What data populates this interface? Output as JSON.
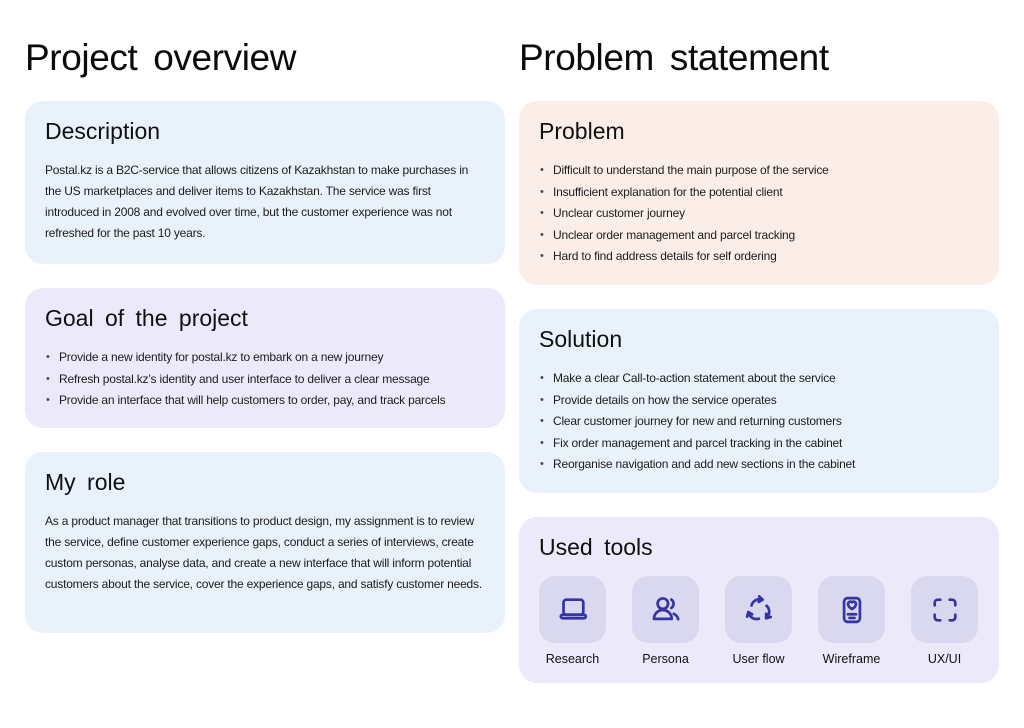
{
  "colors": {
    "card_blue": "#E9F2FA",
    "card_lavender": "#ECEAFA",
    "card_peach": "#FBEEE9",
    "tool_tile_bg": "#D9D8EF",
    "icon_stroke": "#3434A3"
  },
  "left": {
    "heading": "Project overview",
    "description": {
      "title": "Description",
      "text": "Postal.kz is a B2C-service that allows citizens of Kazakhstan to make purchases in the US marketplaces and deliver items to Kazakhstan. The service was first introduced in 2008 and evolved over time, but the customer experience was not refreshed for the past 10 years."
    },
    "goal": {
      "title": "Goal of the project",
      "items": [
        "Provide a new identity for postal.kz to embark on a new journey",
        "Refresh postal.kz’s identity and user interface to deliver a clear message",
        "Provide an interface that will help customers to order, pay, and track parcels"
      ]
    },
    "role": {
      "title": "My role",
      "text": "As a product manager that transitions to product design, my assignment is to review the service, define customer experience gaps, conduct a series of interviews, create custom personas, analyse data, and create a new interface that will inform potential customers about the service, cover the experience gaps, and satisfy customer needs."
    }
  },
  "right": {
    "heading": "Problem statement",
    "problem": {
      "title": "Problem",
      "items": [
        "Difficult to understand the main purpose of the service",
        "Insufficient explanation for the potential client",
        "Unclear customer journey",
        "Unclear order management and parcel tracking",
        "Hard to find address details for self ordering"
      ]
    },
    "solution": {
      "title": "Solution",
      "items": [
        "Make a clear Call-to-action statement about the service",
        "Provide details on how the service operates",
        "Clear customer journey for new and returning customers",
        "Fix order management and parcel tracking in the cabinet",
        "Reorganise navigation and add new sections in the cabinet"
      ]
    },
    "tools": {
      "title": "Used tools",
      "items": [
        {
          "label": "Research",
          "icon": "laptop-icon"
        },
        {
          "label": "Persona",
          "icon": "persona-icon"
        },
        {
          "label": "User flow",
          "icon": "cycle-arrows-icon"
        },
        {
          "label": "Wireframe",
          "icon": "card-heart-icon"
        },
        {
          "label": "UX/UI",
          "icon": "frame-corners-icon"
        }
      ]
    }
  }
}
